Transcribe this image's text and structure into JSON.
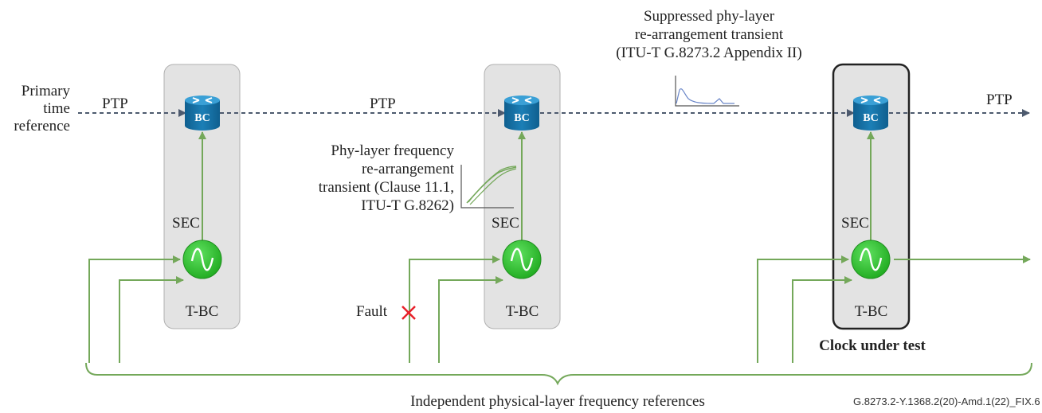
{
  "primary_time_reference": [
    "Primary",
    "time",
    "reference"
  ],
  "ptp_labels": [
    "PTP",
    "PTP",
    "PTP"
  ],
  "bc_label": "BC",
  "sec_label": "SEC",
  "tbc_label": "T-BC",
  "fault_label": "Fault",
  "phy_transient": [
    "Phy-layer frequency",
    "re-arrangement",
    "transient (Clause 11.1,",
    "ITU-T G.8262)"
  ],
  "suppressed_transient": [
    "Suppressed phy-layer",
    "re-arrangement transient",
    "(ITU-T G.8273.2 Appendix II)"
  ],
  "clock_under_test": "Clock under test",
  "independent_refs": "Independent physical-layer frequency references",
  "figure_id": "G.8273.2-Y.1368.2(20)-Amd.1(22)_FIX.6",
  "colors": {
    "green": "#74a85a",
    "sec_green": "#2fb82f",
    "router_blue": "#1c7fb6",
    "panel_fill": "#e3e3e3",
    "panel_border": "#b0b0b0",
    "dashed": "#4d5a6e",
    "fault": "#e8202a"
  }
}
